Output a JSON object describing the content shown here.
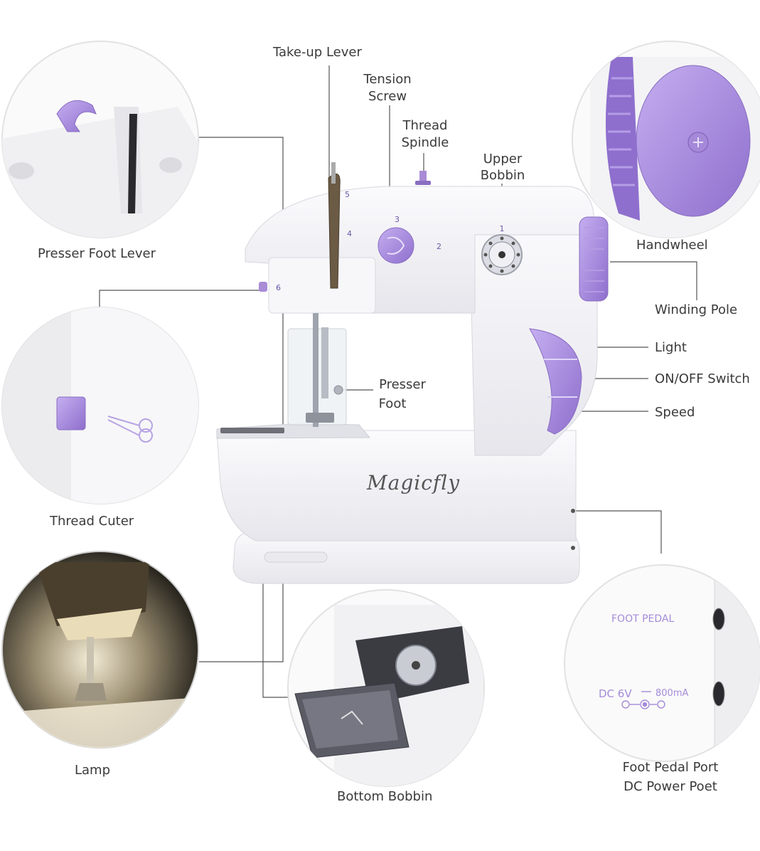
{
  "brand": "Magicfly",
  "colors": {
    "accent": "#a98bd6",
    "accent_dark": "#8a6cc2",
    "body": "#f4f4f6",
    "line": "#444444"
  },
  "callouts": {
    "take_up_lever": "Take-up Lever",
    "tension_screw_1": "Tension",
    "tension_screw_2": "Screw",
    "thread_spindle_1": "Thread",
    "thread_spindle_2": "Spindle",
    "upper_bobbin_1": "Upper",
    "upper_bobbin_2": "Bobbin",
    "presser_foot_lever": "Presser Foot Lever",
    "handwheel": "Handwheel",
    "winding_pole": "Winding Pole",
    "light": "Light",
    "on_off_switch": "ON/OFF Switch",
    "speed": "Speed",
    "presser_foot_1": "Presser",
    "presser_foot_2": "Foot",
    "thread_cutter": "Thread Cuter",
    "lamp": "Lamp",
    "bottom_bobbin": "Bottom Bobbin",
    "foot_pedal_port": "Foot Pedal Port",
    "dc_power_port": "DC Power Poet"
  },
  "machine_markings": {
    "n1": "1",
    "n2": "2",
    "n3": "3",
    "n4": "4",
    "n5": "5",
    "n6": "6"
  },
  "port_panel": {
    "foot_pedal": "FOOT  PEDAL",
    "dc": "DC 6V",
    "current": "800mA"
  }
}
